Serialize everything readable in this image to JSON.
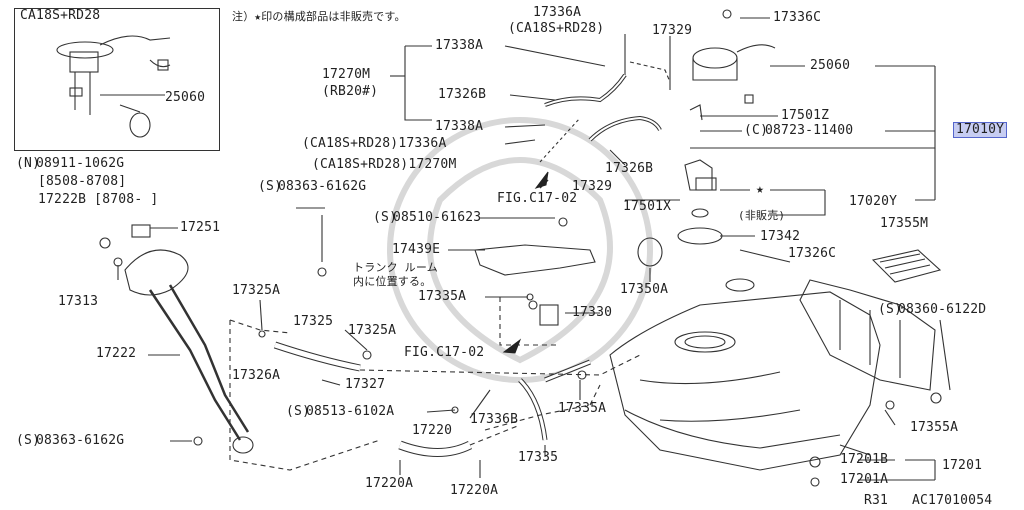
{
  "note": "注）★印の構成部品は非販売です。",
  "footer": {
    "code": "AC17010054",
    "rev": "R31"
  },
  "highlight_part": "17010Y",
  "inset": {
    "title": "CA18S+RD28",
    "part": "25060"
  },
  "labels": [
    {
      "id": "l1",
      "text": "17336C"
    },
    {
      "id": "l2",
      "text": "17336A"
    },
    {
      "id": "l3",
      "text": "(CA18S+RD28)"
    },
    {
      "id": "l4",
      "text": "17329"
    },
    {
      "id": "l5",
      "text": "17338A"
    },
    {
      "id": "l6",
      "text": "25060"
    },
    {
      "id": "l7",
      "text": "17270M"
    },
    {
      "id": "l8",
      "text": "(RB20#)"
    },
    {
      "id": "l9",
      "text": "17326B"
    },
    {
      "id": "l10",
      "text": "17501Z"
    },
    {
      "id": "l11",
      "text": "08723-11400"
    },
    {
      "id": "l12",
      "text": "17338A"
    },
    {
      "id": "l13",
      "text": "(CA18S+RD28)17336A"
    },
    {
      "id": "l14",
      "text": "(CA18S+RD28)17270M"
    },
    {
      "id": "l15",
      "text": "17326B"
    },
    {
      "id": "l16",
      "text": "08911-1062G"
    },
    {
      "id": "l17",
      "text": "[8508-8708]"
    },
    {
      "id": "l18",
      "text": "17222B [8708-     ]"
    },
    {
      "id": "l19",
      "text": "08363-6162G"
    },
    {
      "id": "l20",
      "text": "FIG.C17-02"
    },
    {
      "id": "l21",
      "text": "17329"
    },
    {
      "id": "l22",
      "text": "17501X"
    },
    {
      "id": "l23",
      "text": "17020Y"
    },
    {
      "id": "l24",
      "text": "(非販売)"
    },
    {
      "id": "l25",
      "text": "08510-61623"
    },
    {
      "id": "l26",
      "text": "17251"
    },
    {
      "id": "l27",
      "text": "17342"
    },
    {
      "id": "l28",
      "text": "17355M"
    },
    {
      "id": "l29",
      "text": "17439E"
    },
    {
      "id": "l30",
      "text": "トランク ルーム"
    },
    {
      "id": "l31",
      "text": "内に位置する。"
    },
    {
      "id": "l32",
      "text": "17326C"
    },
    {
      "id": "l33",
      "text": "17313"
    },
    {
      "id": "l34",
      "text": "17325A"
    },
    {
      "id": "l35",
      "text": "17335A"
    },
    {
      "id": "l36",
      "text": "17350A"
    },
    {
      "id": "l37",
      "text": "17325"
    },
    {
      "id": "l38",
      "text": "17325A"
    },
    {
      "id": "l39",
      "text": "17330"
    },
    {
      "id": "l40",
      "text": "08360-6122D"
    },
    {
      "id": "l41",
      "text": "17222"
    },
    {
      "id": "l42",
      "text": "FIG.C17-02"
    },
    {
      "id": "l43",
      "text": "17326A"
    },
    {
      "id": "l44",
      "text": "17327"
    },
    {
      "id": "l45",
      "text": "08513-6102A"
    },
    {
      "id": "l46",
      "text": "17336B"
    },
    {
      "id": "l47",
      "text": "17335A"
    },
    {
      "id": "l48",
      "text": "17355A"
    },
    {
      "id": "l49",
      "text": "17220"
    },
    {
      "id": "l50",
      "text": "08363-6162G"
    },
    {
      "id": "l51",
      "text": "17335"
    },
    {
      "id": "l52",
      "text": "17201B"
    },
    {
      "id": "l53",
      "text": "17201"
    },
    {
      "id": "l54",
      "text": "17220A"
    },
    {
      "id": "l55",
      "text": "17220A"
    },
    {
      "id": "l56",
      "text": "17201A"
    }
  ],
  "prefix_marks": [
    {
      "id": "p16",
      "mark": "N"
    },
    {
      "id": "p19",
      "mark": "S"
    },
    {
      "id": "p11",
      "mark": "C"
    },
    {
      "id": "p25",
      "mark": "S"
    },
    {
      "id": "p40",
      "mark": "S"
    },
    {
      "id": "p45",
      "mark": "S"
    },
    {
      "id": "p50",
      "mark": "S"
    }
  ],
  "star_mark": "★"
}
